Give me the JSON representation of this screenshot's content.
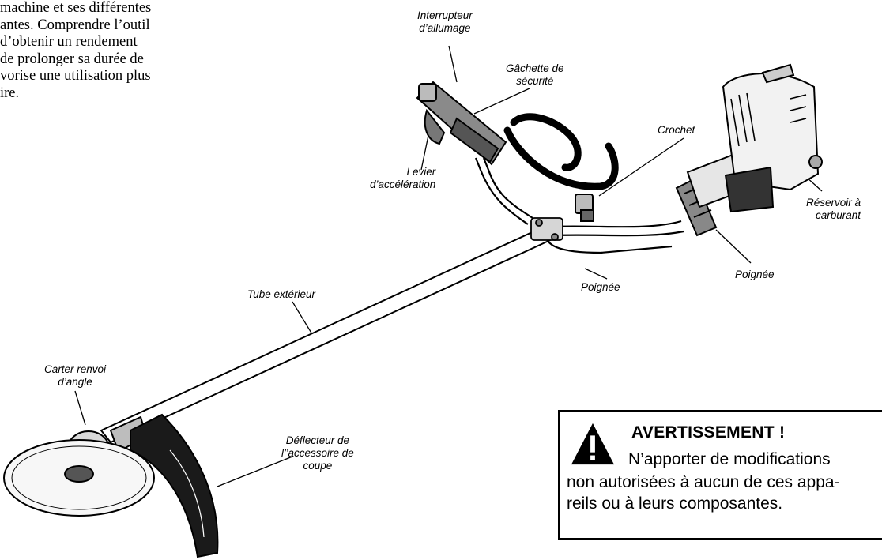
{
  "intro_text": {
    "lines": [
      "machine et ses différentes",
      "antes. Comprendre l’outil",
      "d’obtenir un rendement",
      "de prolonger sa durée de",
      "vorise une utilisation plus",
      "ire."
    ]
  },
  "labels": {
    "interrupteur": [
      "Interrupteur",
      "d’allumage"
    ],
    "gachette": [
      "Gâchette de",
      "sécurité"
    ],
    "crochet": "Crochet",
    "levier": [
      "Levier",
      "d’accélération"
    ],
    "reservoir": [
      "Réservoir à",
      "carburant"
    ],
    "poignee_right": "Poignée",
    "poignee_center": "Poignée",
    "tube": "Tube extérieur",
    "carter": [
      "Carter renvoi",
      "d’angle"
    ],
    "deflecteur": [
      "Déflecteur  de",
      "l’’accessoire de",
      "coupe"
    ]
  },
  "warning": {
    "icon": "warning-triangle-icon",
    "title": "AVERTISSEMENT !",
    "line1": "N’apporter de modifications",
    "lines": [
      "non autorisées à aucun de ces appa-",
      "reils ou à leurs composantes."
    ]
  }
}
